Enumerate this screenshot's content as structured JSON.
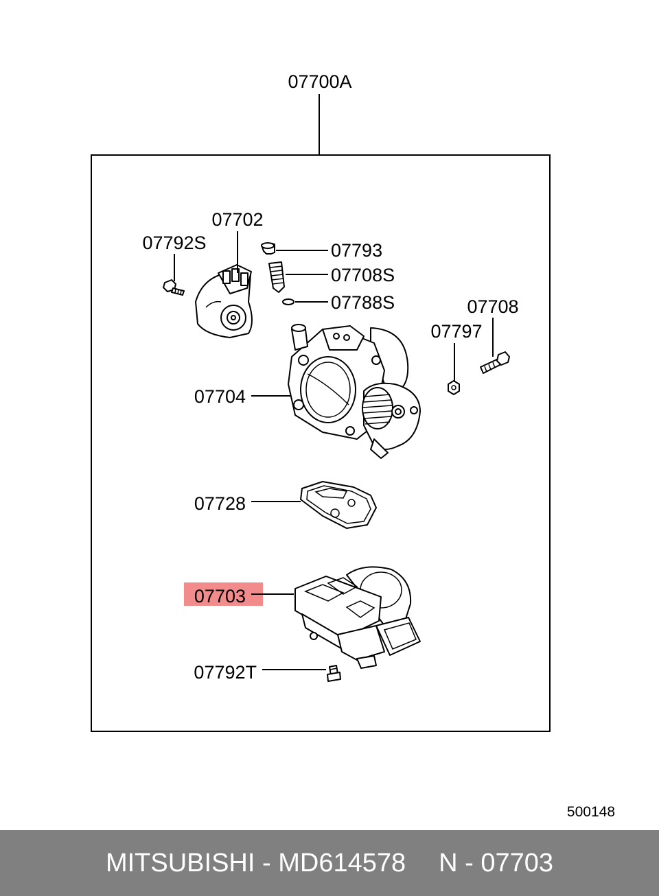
{
  "diagram": {
    "assembly_label": "07700A",
    "labels": {
      "tps": "07702",
      "tps_screw": "07792S",
      "cap": "07793",
      "spring": "07708S",
      "oring": "07788S",
      "bolt": "07708",
      "nut": "07797",
      "throttle_body": "07704",
      "gasket": "07728",
      "isc_motor": "07703",
      "isc_screw": "07792T"
    },
    "highlighted_part": "07703",
    "highlight_color": "#f28b8b",
    "image_code": "500148"
  },
  "footer": {
    "brand": "MITSUBISHI",
    "sep1": "-",
    "part_number": "MD614578",
    "prefix": "N",
    "sep2": "-",
    "part_ref": "07703"
  }
}
